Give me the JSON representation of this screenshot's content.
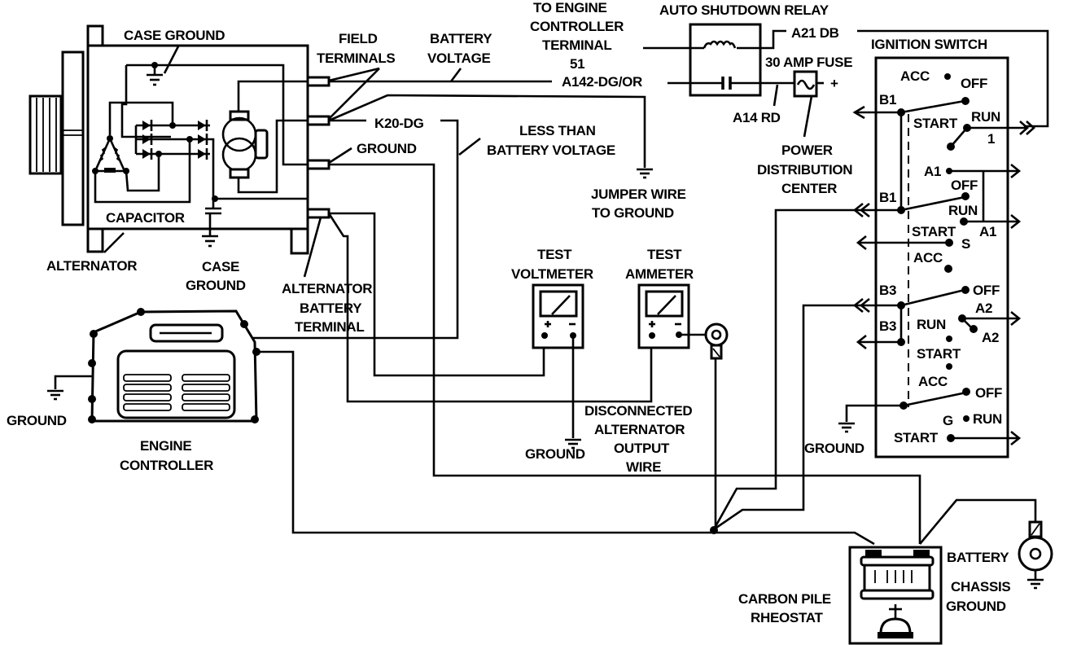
{
  "title": "Alternator Charging System Output Test Wiring Diagram",
  "alternator": {
    "case_ground_top": "CASE GROUND",
    "capacitor": "CAPACITOR",
    "alternator": "ALTERNATOR",
    "case_ground_bottom": [
      "CASE",
      "GROUND"
    ],
    "field_terminals": [
      "FIELD",
      "TERMINALS"
    ],
    "ground": "GROUND",
    "battery_terminal": [
      "ALTERNATOR",
      "BATTERY",
      "TERMINAL"
    ]
  },
  "wires": {
    "battery_voltage": [
      "BATTERY",
      "VOLTAGE"
    ],
    "a142": "A142-DG/OR",
    "k20": "K20-DG",
    "less_than": [
      "LESS THAN",
      "BATTERY VOLTAGE"
    ],
    "jumper": [
      "JUMPER WIRE",
      "TO GROUND"
    ],
    "a21": "A21 DB",
    "a14": "A14 RD",
    "to_engine_controller": [
      "TO ENGINE",
      "CONTROLLER",
      "TERMINAL",
      "51"
    ]
  },
  "relay": {
    "auto_shutdown": "AUTO SHUTDOWN RELAY",
    "fuse": "30 AMP FUSE",
    "plus": "+",
    "pdc": [
      "POWER",
      "DISTRIBUTION",
      "CENTER"
    ]
  },
  "ignition": {
    "title": "IGNITION SWITCH",
    "labels": {
      "acc1": "ACC",
      "off1": "OFF",
      "b1a": "B1",
      "start1": "START",
      "run1": "RUN",
      "one": "1",
      "a1a": "A1",
      "off2": "OFF",
      "b1b": "B1",
      "run2": "RUN",
      "start2": "START",
      "a1b": "A1",
      "s": "S",
      "acc2": "ACC",
      "b3a": "B3",
      "off3": "OFF",
      "b3b": "B3",
      "run3": "RUN",
      "a2a": "A2",
      "a2b": "A2",
      "start3": "START",
      "acc3": "ACC",
      "off4": "OFF",
      "g": "G",
      "run4": "RUN",
      "start4": "START"
    },
    "ground": "GROUND"
  },
  "meters": {
    "voltmeter": [
      "TEST",
      "VOLTMETER"
    ],
    "ammeter": [
      "TEST",
      "AMMETER"
    ],
    "plus": "+",
    "minus": "−",
    "ground": "GROUND",
    "disconnected": [
      "DISCONNECTED",
      "ALTERNATOR",
      "OUTPUT",
      "WIRE"
    ]
  },
  "engine_controller": {
    "ground": "GROUND",
    "label": [
      "ENGINE",
      "CONTROLLER"
    ]
  },
  "battery": {
    "carbon_pile": [
      "CARBON PILE",
      "RHEOSTAT"
    ],
    "battery": "BATTERY",
    "chassis_ground": [
      "CHASSIS",
      "GROUND"
    ]
  }
}
